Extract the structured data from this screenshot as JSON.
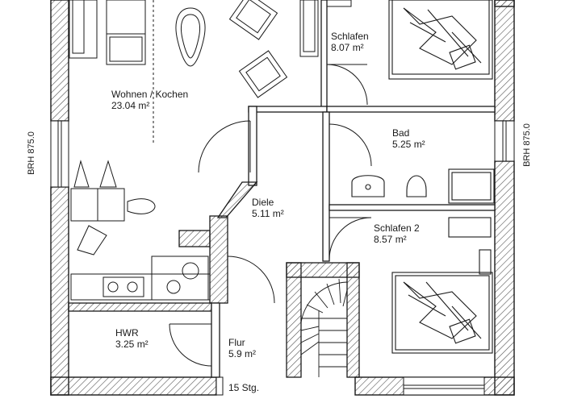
{
  "rooms": [
    {
      "id": "wohnen",
      "name": "Wohnen / Kochen",
      "area": "23.04 m²"
    },
    {
      "id": "schlafen",
      "name": "Schlafen",
      "area": "8.07 m²"
    },
    {
      "id": "bad",
      "name": "Bad",
      "area": "5.25 m²"
    },
    {
      "id": "diele",
      "name": "Diele",
      "area": "5.11 m²"
    },
    {
      "id": "schlafen2",
      "name": "Schlafen 2",
      "area": "8.57 m²"
    },
    {
      "id": "hwr",
      "name": "HWR",
      "area": "3.25 m²"
    },
    {
      "id": "flur",
      "name": "Flur",
      "area": "5.9 m²"
    }
  ],
  "stairs": {
    "label": "15 Stg."
  },
  "window_notes": {
    "left": "BRH 875.0",
    "right": "BRH 875.0"
  },
  "colors": {
    "wall_outline": "#1a1a1a",
    "hatch": "#4a4a4a",
    "background": "#ffffff"
  }
}
